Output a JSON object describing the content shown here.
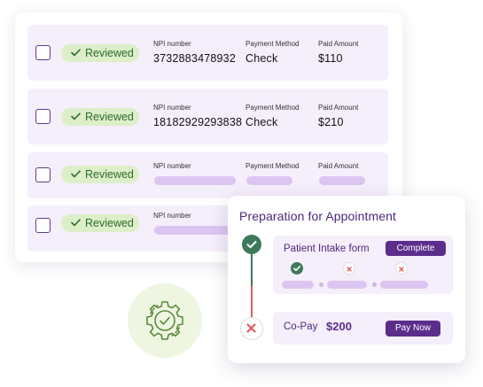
{
  "rows": [
    {
      "status": "Reviewed",
      "npi_label": "NPI number",
      "npi": "3732883478932",
      "method_label": "Payment Method",
      "method": "Check",
      "paid_label": "Paid Amount",
      "paid": "$110"
    },
    {
      "status": "Reviewed",
      "npi_label": "NPI number",
      "npi": "18182929293838",
      "method_label": "Payment Method",
      "method": "Check",
      "paid_label": "Paid Amount",
      "paid": "$210"
    },
    {
      "status": "Reviewed",
      "npi_label": "NPI number",
      "method_label": "Payment Method",
      "paid_label": "Paid Amount"
    },
    {
      "status": "Reviewed",
      "npi_label": "NPI number"
    }
  ],
  "appointment": {
    "title": "Preparation for Appointment",
    "intake": {
      "label": "Patient Intake form",
      "button": "Complete"
    },
    "copay": {
      "label": "Co-Pay",
      "amount": "$200",
      "button": "Pay Now"
    }
  },
  "icons": {
    "reviewed": "check-icon",
    "step_done": "check-circle-icon",
    "step_pending": "x-icon",
    "emblem": "gear-check-icon"
  },
  "colors": {
    "accent": "#5b2e8c",
    "row_bg": "#f5eefb",
    "badge_bg": "#dcefc8",
    "success": "#3d7a5a",
    "error": "#e35b5b"
  }
}
